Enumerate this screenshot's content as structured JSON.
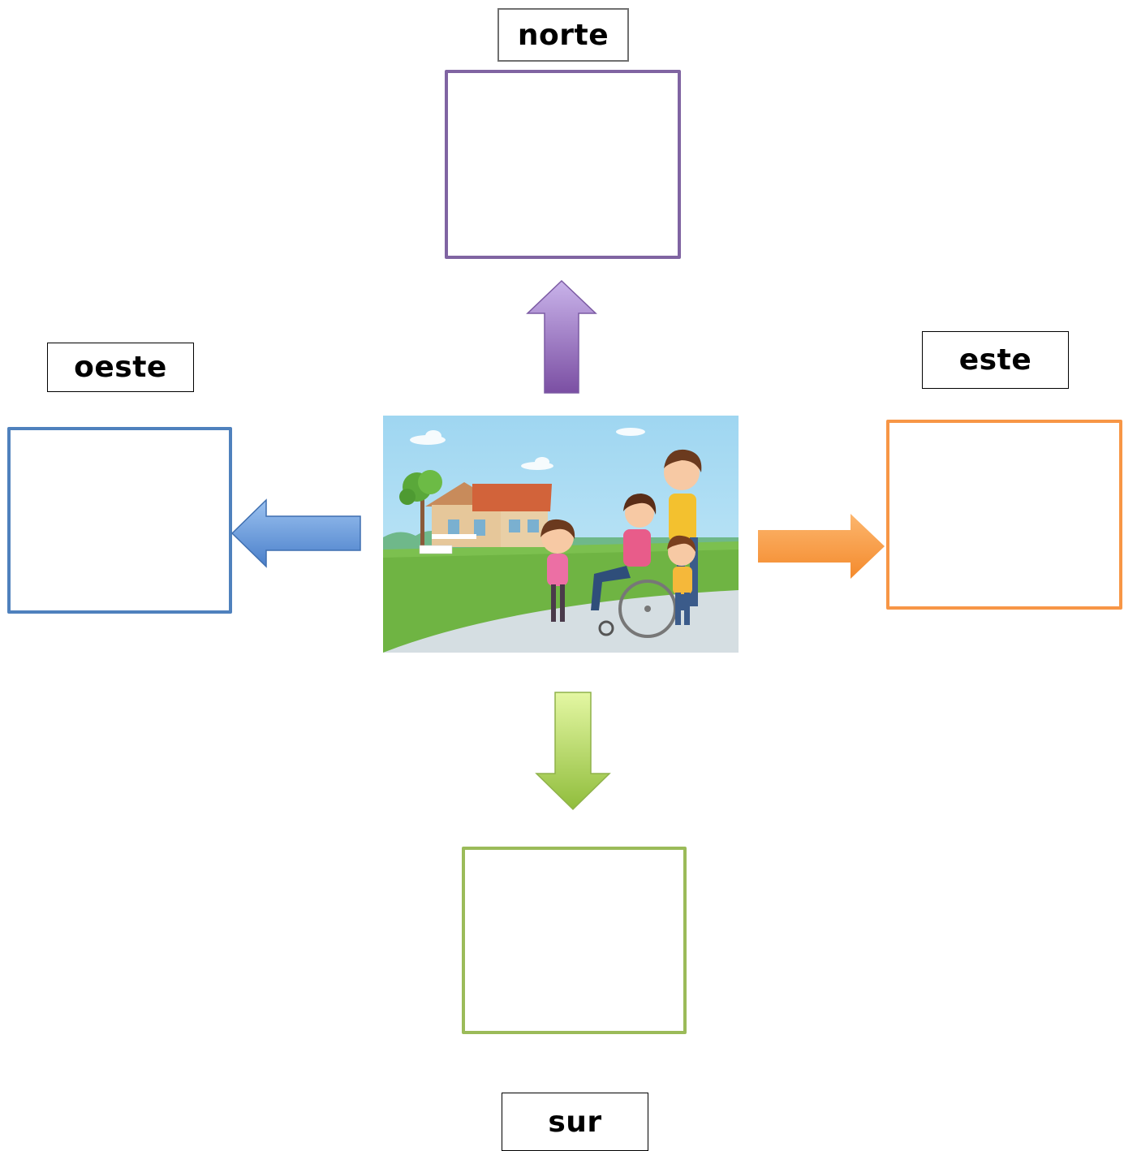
{
  "labels": {
    "north": "norte",
    "west": "oeste",
    "east": "este",
    "south": "sur"
  },
  "colors": {
    "north": "#8064a2",
    "west": "#4f81bd",
    "east": "#f79646",
    "south": "#9bbb59",
    "label_border": "#000000",
    "north_label_border": "#707070"
  },
  "scene": {
    "description_icon": "family-with-wheelchair-near-house-illustration"
  }
}
